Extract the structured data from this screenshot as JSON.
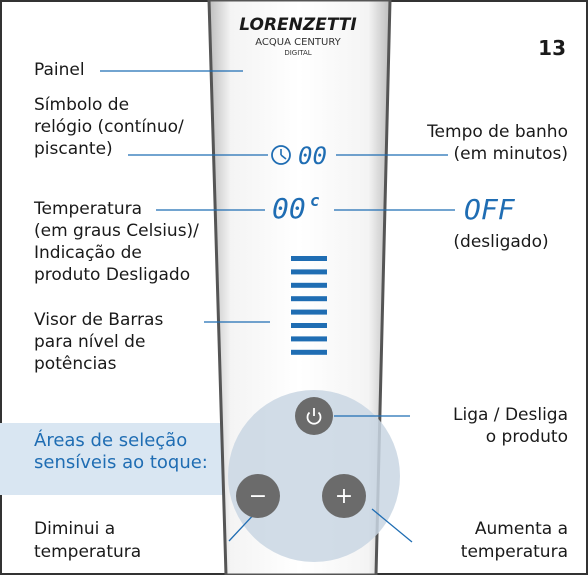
{
  "page_number": "13",
  "brand": {
    "name": "LORENZETTI",
    "model_line1": "ACQUA CENTURY",
    "model_line2": "DIGITAL"
  },
  "display": {
    "time_value": "00",
    "temp_value": "00",
    "temp_unit": "c",
    "off_text": "OFF"
  },
  "labels": {
    "painel": "Painel",
    "clock_line1": "Símbolo de",
    "clock_line2": "relógio (contínuo/",
    "clock_line3": "piscante)",
    "tempo_line1": "Tempo de banho",
    "tempo_line2": "(em minutos)",
    "temperatura_line1": "Temperatura",
    "temperatura_line2": "(em graus Celsius)/",
    "temperatura_line3": "Indicação de",
    "temperatura_line4": "produto Desligado",
    "desligado": "(desligado)",
    "visor_line1": "Visor de Barras",
    "visor_line2": "para nível de",
    "visor_line3": "potências",
    "liga_line1": "Liga / Desliga",
    "liga_line2": "o produto",
    "areas_line1": "Áreas de seleção",
    "areas_line2": "sensíveis ao toque:",
    "diminui_line1": "Diminui a",
    "diminui_line2": "temperatura",
    "aumenta_line1": "Aumenta a",
    "aumenta_line2": "temperatura"
  },
  "buttons": {
    "power_icon": "power-icon",
    "minus_symbol": "−",
    "plus_symbol": "+"
  },
  "power_bars": {
    "count": 8
  },
  "colors": {
    "display_blue": "#1f6db3",
    "areas_bg": "#d9e6f2",
    "button_gray": "#6b6b6b",
    "halo": "#c9d6e3"
  }
}
